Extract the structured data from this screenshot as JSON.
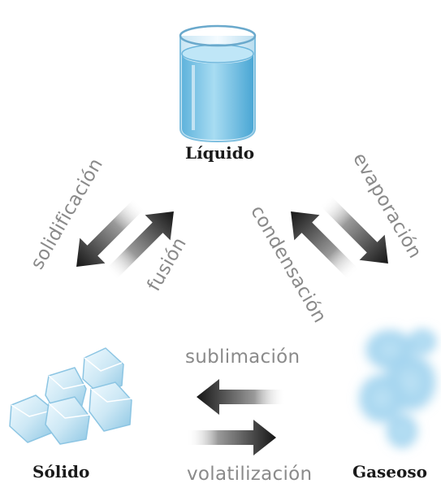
{
  "states": {
    "liquid": "Líquido",
    "solid": "Sólido",
    "gas": "Gaseoso"
  },
  "processes": {
    "solidification": "solidificación",
    "fusion": "fusión",
    "evaporation": "evaporación",
    "condensation": "condensación",
    "sublimation": "sublimación",
    "volatilization": "volatilización"
  },
  "colors": {
    "water": "#7ec8e8",
    "glass": "#d8eef8",
    "ice": "#cfeaf7",
    "vapor": "#a9d8f2",
    "arrow_dark": "#1e1e1e",
    "label_gray": "#8a8a8a"
  },
  "icons": [
    "beaker-icon",
    "ice-cubes-icon",
    "vapor-cloud-icon"
  ]
}
